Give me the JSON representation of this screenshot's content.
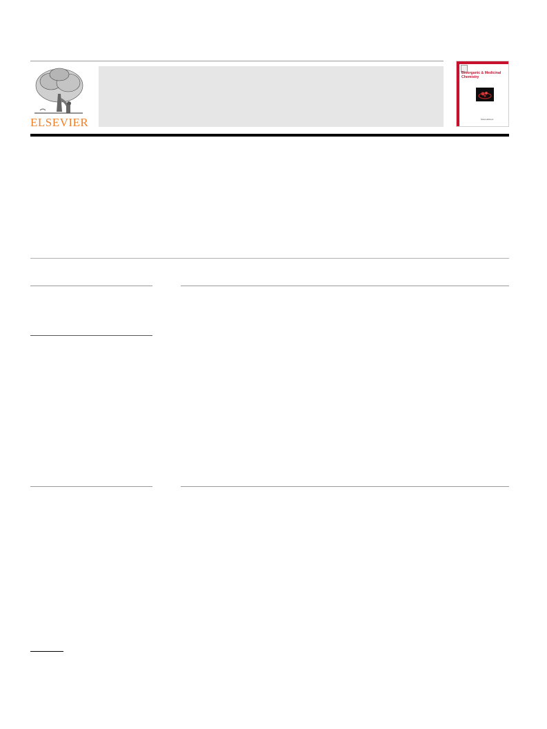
{
  "publisher": {
    "logo_text": "ELSEVIER"
  },
  "cover": {
    "title": "Bioorganic & Medicinal Chemistry",
    "publisher_mark": "ScienceDirect"
  },
  "colors": {
    "elsevier_orange": "#f0802a",
    "cover_red": "#c8102e",
    "masthead_grey": "#e6e6e6"
  }
}
